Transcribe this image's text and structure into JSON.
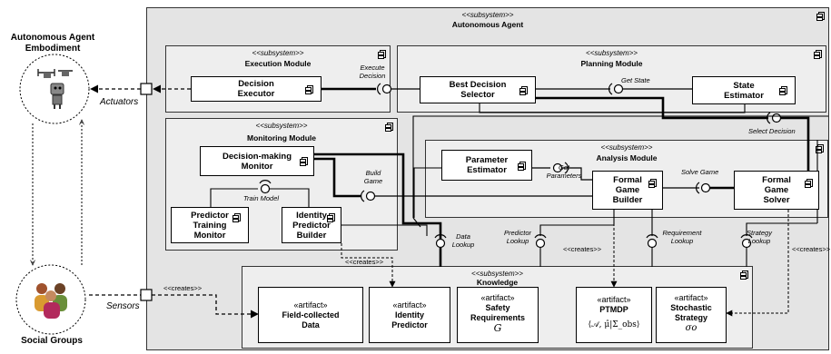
{
  "left": {
    "embodiment_title": "Autonomous Agent Embodiment",
    "social_title": "Social Groups",
    "actuators": "Actuators",
    "sensors": "Sensors"
  },
  "system": {
    "stereotype": "<<subsystem>>",
    "title": "Autonomous Agent"
  },
  "execution": {
    "stereotype": "<<subsystem>>",
    "title": "Execution Module",
    "decision_executor": "Decision Executor"
  },
  "planning": {
    "stereotype": "<<subsystem>>",
    "title": "Planning Module",
    "best_decision_selector": "Best Decision Selector",
    "state_estimator": "State Estimator"
  },
  "monitoring": {
    "stereotype": "<<subsystem>>",
    "title": "Monitoring Module",
    "decision_making_monitor": "Decision-making Monitor",
    "predictor_training_monitor": "Predictor Training Monitor",
    "identity_predictor_builder": "Identity Predictor Builder"
  },
  "analysis": {
    "stereotype": "<<subsystem>>",
    "title": "Analysis Module",
    "parameter_estimator": "Parameter Estimator",
    "formal_game_builder": "Formal Game Builder",
    "formal_game_solver": "Formal Game Solver"
  },
  "knowledge": {
    "stereotype": "<<subsystem>>",
    "title": "Knowledge",
    "artifacts": [
      {
        "stereotype": "«artifact»",
        "name": "Field-collected Data",
        "symbol": ""
      },
      {
        "stereotype": "«artifact»",
        "name": "Identity Predictor",
        "symbol": ""
      },
      {
        "stereotype": "«artifact»",
        "name": "Safety Requirements",
        "symbol": "G"
      },
      {
        "stereotype": "«artifact»",
        "name": "PTMDP",
        "symbol": "⟨𝒜, μ̂|Σ_obs⟩"
      },
      {
        "stereotype": "«artifact»",
        "name": "Stochastic Strategy",
        "symbol": "σo"
      }
    ]
  },
  "interfaces": {
    "execute_decision": "Execute Decision",
    "get_state": "Get State",
    "select_decision": "Select Decision",
    "build_game": "Build Game",
    "train_model": "Train Model",
    "get_parameters": "Get Parameters",
    "solve_game": "Solve Game",
    "data_lookup": "Data Lookup",
    "predictor_lookup": "Predictor Lookup",
    "requirement_lookup": "Requirement Lookup",
    "strategy_lookup": "Strategy Lookup"
  },
  "creates": {
    "c1": "<<creates>>",
    "c2": "<<creates>>",
    "c3": "<<creates>>",
    "c4": "<<creates>>"
  }
}
